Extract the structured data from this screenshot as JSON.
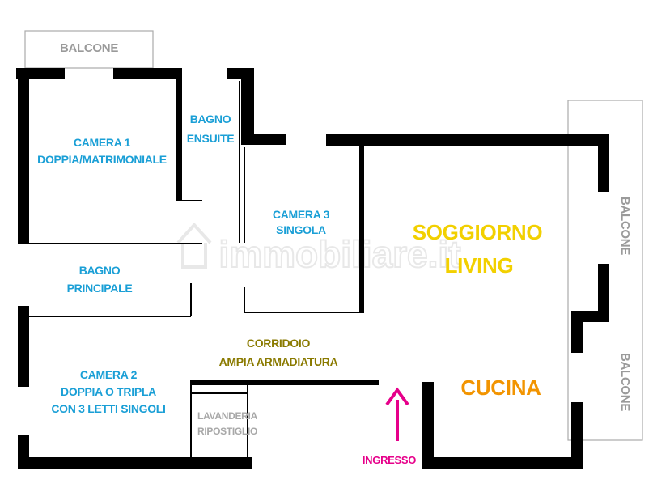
{
  "watermark": {
    "text": "immobiliare.it"
  },
  "colors": {
    "wall": "#000000",
    "room_blue": "#1a9fd6",
    "balcony_grey": "#9a9a9a",
    "corridor_olive": "#8a7a00",
    "living_yellow": "#f2d000",
    "kitchen_orange": "#f29400",
    "entrance_magenta": "#e6008a",
    "storage_grey": "#a8a8a8"
  },
  "rooms": {
    "balcone_top": "BALCONE",
    "camera1": [
      "CAMERA 1",
      "DOPPIA/MATRIMONIALE"
    ],
    "bagno_ensuite": [
      "BAGNO",
      "ENSUITE"
    ],
    "camera3": [
      "CAMERA 3",
      "SINGOLA"
    ],
    "soggiorno": [
      "SOGGIORNO",
      "LIVING"
    ],
    "balcone_right_top": "BALCONE",
    "bagno_principale": [
      "BAGNO",
      "PRINCIPALE"
    ],
    "corridoio": [
      "CORRIDOIO",
      "AMPIA ARMADIATURA"
    ],
    "camera2": [
      "CAMERA 2",
      "DOPPIA O TRIPLA",
      "CON 3 LETTI SINGOLI"
    ],
    "cucina": "CUCINA",
    "balcone_right_bottom": "BALCONE",
    "lavanderia": [
      "LAVANDERIA",
      "RIPOSTIGLIO"
    ],
    "ingresso": "INGRESSO"
  }
}
